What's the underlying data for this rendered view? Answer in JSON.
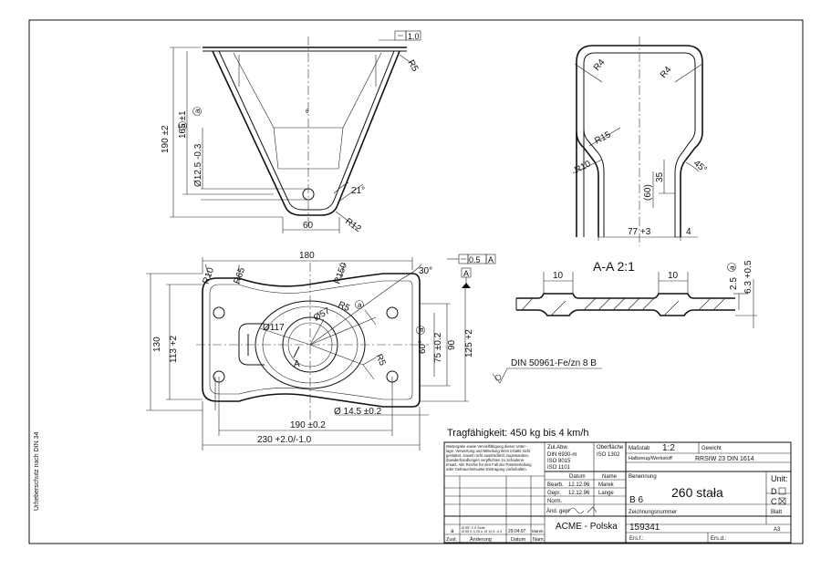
{
  "views": {
    "front": {
      "flatness": "1.0",
      "r_top": "R5",
      "height_total": "190 ±2",
      "height_inner": "165 ±1",
      "mark_a": "a",
      "dia_slot": "Ø12.5 -0.3",
      "mark_a2": "a",
      "angle": "21°",
      "width_bottom": "60",
      "r_bottom": "R12",
      "small_label": "6"
    },
    "side": {
      "r_left": "R4",
      "r_right": "R4",
      "r_mid": "R15",
      "r_low": "R10",
      "angle": "45°",
      "dim_35": "35",
      "dim_60": "(60)",
      "width": "77 +3",
      "thick": "4"
    },
    "plan": {
      "width_top": "180",
      "r10": "R10",
      "r65": "R65",
      "r150": "R150",
      "angle30": "30°",
      "tol_val": "0.5",
      "tol_ref": "A",
      "datum": "A",
      "r5": "R5",
      "mark_a": "a",
      "dia117": "Ø117",
      "dia57": "Ø57",
      "height130": "130",
      "height113": "113 +2",
      "angle60": "60°",
      "mark_a2": "a",
      "r5b": "R5",
      "dim75": "75 ±0.2",
      "dim90": "90",
      "dim125": "125 +2",
      "section_a": "A",
      "hole_dia": "Ø 14.5 ±0.2",
      "dim190": "190 ±0.2",
      "dim230": "230 +2.0/-1.0"
    },
    "section": {
      "title": "A-A 2:1",
      "w1": "10",
      "w2": "10",
      "d25": "2.5",
      "mark": "a",
      "d63": "6.3 +0.5"
    },
    "weld": "DIN 50961-Fe/zn 8 B"
  },
  "capacity": "Tragfähigkeit: 450 kg bis 4 km/h",
  "side_note": "Urheberschutz nach DIN 34",
  "title_block": {
    "notice": [
      "Weitergabe sowie Vervielfältigung dieser Unter-",
      "lage, Verwertung und Mitteilung ihres Inhalts nicht",
      "gestattet, soweit nicht ausdrücklich zugestanden.",
      "Zuwiderhandlungen verpflichten zu Schadens-",
      "ersatz. Alle Rechte für den Fall der Patenterteilung",
      "oder Gebrauchsmuster-Eintragung vorbehalten."
    ],
    "allg_label": "Zul.Abw.",
    "allg_vals": [
      "DIN 6930-m",
      "ISO 8015",
      "ISO 1101"
    ],
    "surface_label": "Oberfläche",
    "surface_val": "ISO 1302",
    "scale_label": "Maßstab",
    "scale_val": "1:2",
    "weight_label": "Gewicht",
    "material_label": "Halbzeug/Werkstoff",
    "material_val": "RRSIW 23  DIN 1614",
    "col_datum": "Datum",
    "col_name": "Name",
    "rows": [
      {
        "label": "Bearb.",
        "date": "12.12.96",
        "name": "Marek"
      },
      {
        "label": "Gepr.",
        "date": "12.12.96",
        "name": "Lange"
      },
      {
        "label": "Norm.",
        "date": "",
        "name": ""
      }
    ],
    "change_label": "Änd. gepr",
    "bez_label": "Benennung",
    "bez_val": "260 stała",
    "bez_sub": "B 6",
    "unit_label": "Unit:",
    "unit_d": "D",
    "unit_c": "C",
    "zeich_label": "Zeichnungsnummer",
    "zeich_val": "159341",
    "blatt_label": "Blatt",
    "blatt_val": "A3",
    "company": "ACME - Polska",
    "rev_row": {
      "zust": "a",
      "text": "Ø 95° 2.0 Seite",
      "text2": "Ø 55 0.3 25 u. Ø 12.5 -0.3",
      "date": "29.04.97",
      "name": "Marek"
    },
    "foot_zust": "Zust.",
    "foot_aend": "Änderung",
    "foot_datum": "Datum",
    "foot_name": "Nam.",
    "ers_fuer": "Ers.f.:",
    "ers_durch": "Ers.d.:"
  }
}
